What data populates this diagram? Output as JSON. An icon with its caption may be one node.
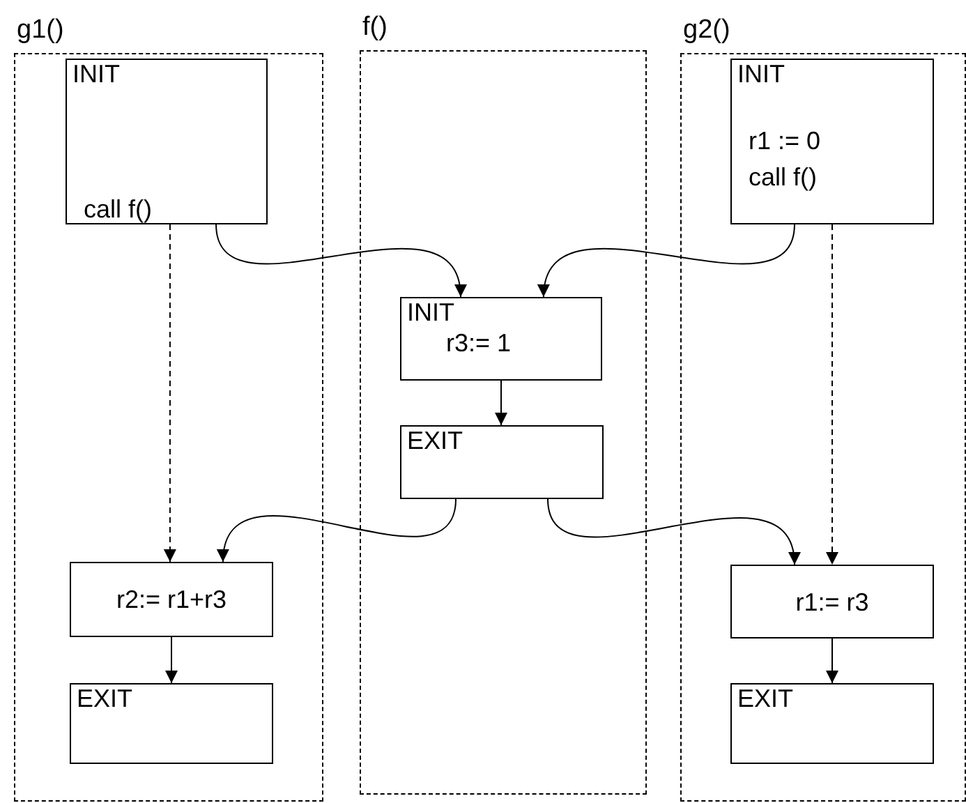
{
  "diagram": {
    "nodes": [
      {
        "text": [
          "g1()"
        ]
      },
      {
        "text": [
          "INIT",
          "call f()"
        ],
        "in": 0
      },
      {
        "text": [
          "r2:= r1+r3"
        ],
        "in": 0
      },
      {
        "text": [
          "EXIT"
        ],
        "in": 0
      },
      {
        "text": [
          "f()"
        ]
      },
      {
        "text": [
          "INIT",
          "r3:= 1"
        ],
        "in": 4
      },
      {
        "text": [
          "EXIT"
        ],
        "in": 4
      },
      {
        "text": [
          "g2()"
        ]
      },
      {
        "text": [
          "INIT",
          "r1 := 0",
          "call f()"
        ],
        "in": 7
      },
      {
        "text": [
          "r1:= r3"
        ],
        "in": 7
      },
      {
        "text": [
          "EXIT"
        ],
        "in": 7
      }
    ],
    "edges": [
      {
        "from": 1,
        "to": 2,
        "arrow": "to",
        "style": "dashed"
      },
      {
        "from": 1,
        "to": 5,
        "arrow": "to"
      },
      {
        "from": 8,
        "to": 5,
        "arrow": "to"
      },
      {
        "from": 5,
        "to": 6,
        "arrow": "to"
      },
      {
        "from": 6,
        "to": 2,
        "arrow": "to"
      },
      {
        "from": 6,
        "to": 9,
        "arrow": "to"
      },
      {
        "from": 8,
        "to": 9,
        "arrow": "to",
        "style": "dashed"
      },
      {
        "from": 2,
        "to": 3,
        "arrow": "to"
      },
      {
        "from": 9,
        "to": 10,
        "arrow": "to"
      }
    ]
  }
}
